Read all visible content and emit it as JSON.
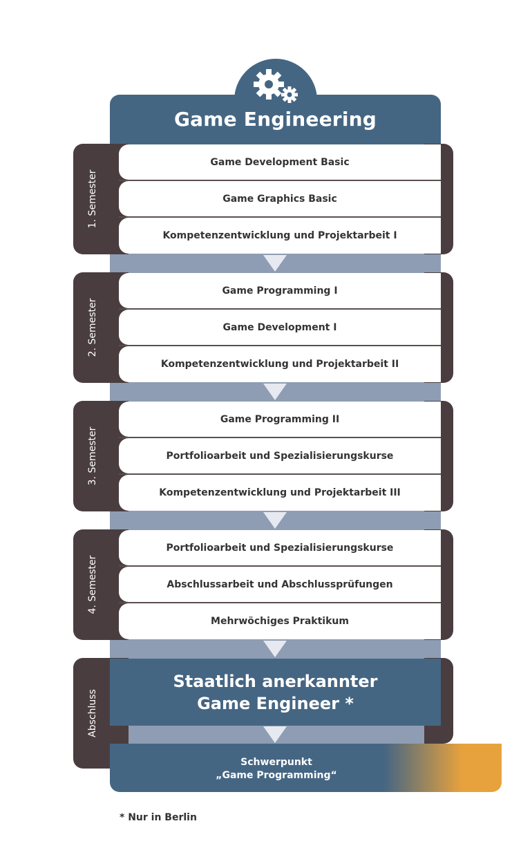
{
  "title": "Game Engineering",
  "semesters": [
    {
      "label": "1. Semester",
      "modules": [
        "Game Development Basic",
        "Game Graphics Basic",
        "Kompetenzentwicklung und Projektarbeit I"
      ]
    },
    {
      "label": "2. Semester",
      "modules": [
        "Game Programming I",
        "Game Development I",
        "Kompetenzentwicklung und Projektarbeit II"
      ]
    },
    {
      "label": "3. Semester",
      "modules": [
        "Game Programming II",
        "Portfolioarbeit und Spezialisierungskurse",
        "Kompetenzentwicklung und Projektarbeit III"
      ]
    },
    {
      "label": "4. Semester",
      "modules": [
        "Portfolioarbeit und Spezialisierungskurse",
        "Abschlussarbeit und Abschlussprüfungen",
        "Mehrwöchiges Praktikum"
      ]
    }
  ],
  "abschluss": {
    "label": "Abschluss",
    "degree_line1": "Staatlich anerkannter",
    "degree_line2": "Game Engineer *"
  },
  "focus": {
    "line1": "Schwerpunkt",
    "line2": "„Game Programming“"
  },
  "footnote": "* Nur in Berlin",
  "icons": {
    "header": "gears-icon",
    "connector": "arrow-down-icon"
  },
  "colors": {
    "primary_blue": "#456683",
    "dark_brown": "#4a3d40",
    "connector": "#8e9db3",
    "accent_orange": "#e8a23d"
  }
}
